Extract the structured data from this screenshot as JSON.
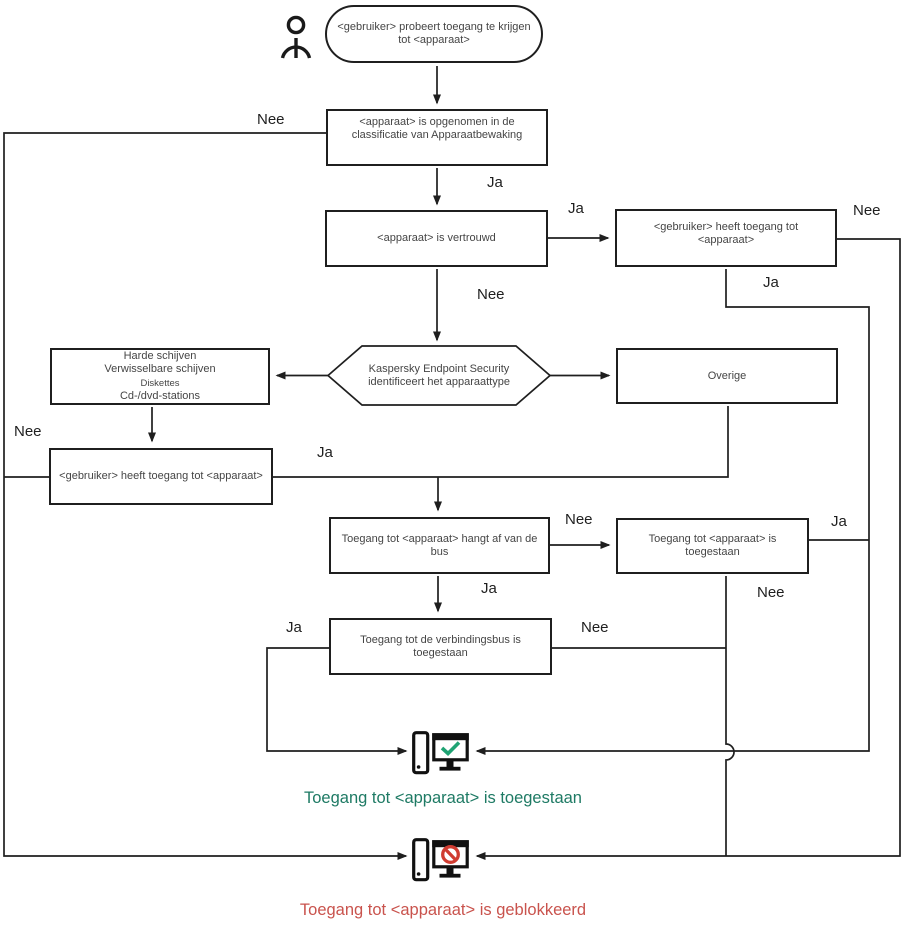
{
  "diagram": {
    "type": "flowchart",
    "language": "nl",
    "nodes": {
      "start": "<gebruiker> probeert toegang te krijgen tot <apparaat>",
      "classification": "<apparaat> is opgenomen in de classificatie van Apparaatbewaking",
      "trusted": "<apparaat> is vertrouwd",
      "user_access_top": "<gebruiker> heeft toegang tot <apparaat>",
      "identify": "Kaspersky Endpoint Security identificeert het apparaattype",
      "devices": {
        "lines": [
          "Harde schijven",
          "Verwisselbare schijven",
          "Diskettes",
          "Cd-/dvd-stations"
        ]
      },
      "other": "Overige",
      "user_access_left": "<gebruiker> heeft toegang tot <apparaat>",
      "bus_dependency": "Toegang tot <apparaat> hangt af van de bus",
      "access_allowed": "Toegang tot <apparaat> is toegestaan",
      "connection_bus": "Toegang tot de verbindingsbus is toegestaan"
    },
    "labels": {
      "classification_nee": "Nee",
      "classification_ja": "Ja",
      "trusted_ja": "Ja",
      "user_access_top_nee": "Nee",
      "user_access_top_ja": "Ja",
      "trusted_nee": "Nee",
      "devices_nee": "Nee",
      "user_access_left_ja": "Ja",
      "bus_nee": "Nee",
      "access_allowed_ja": "Ja",
      "bus_ja": "Ja",
      "access_allowed_nee": "Nee",
      "connection_bus_ja": "Ja",
      "connection_bus_nee": "Nee"
    },
    "captions": {
      "allowed": "Toegang tot <apparaat> is toegestaan",
      "blocked": "Toegang tot <apparaat> is geblokkeerd"
    },
    "icons": {
      "user": "user-icon",
      "allowed": "computer-check-icon",
      "blocked": "computer-prohibited-icon"
    },
    "colors": {
      "line": "#1f1f1f",
      "allowed_text": "#1e7a64",
      "blocked_text": "#c9534d",
      "check": "#1fa373",
      "prohibition": "#d03c31"
    }
  }
}
